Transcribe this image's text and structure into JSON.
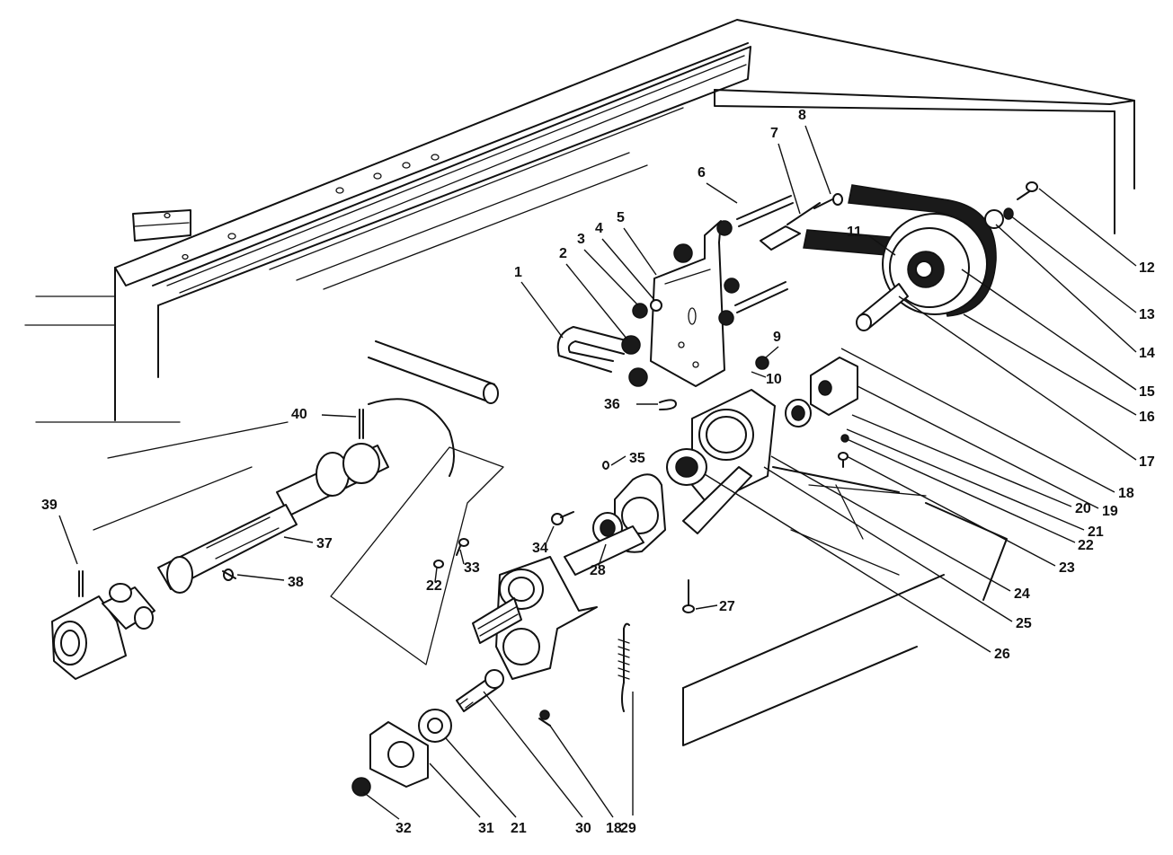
{
  "diagram": {
    "callouts": [
      {
        "number": "1",
        "part": "u-bolt"
      },
      {
        "number": "2",
        "part": "nut"
      },
      {
        "number": "3",
        "part": "nut"
      },
      {
        "number": "4",
        "part": "washer"
      },
      {
        "number": "5",
        "part": "idler-bracket"
      },
      {
        "number": "6",
        "part": "bolt"
      },
      {
        "number": "7",
        "part": "spring-anchor"
      },
      {
        "number": "8",
        "part": "bolt"
      },
      {
        "number": "9",
        "part": "nut"
      },
      {
        "number": "10",
        "part": "lockwasher"
      },
      {
        "number": "11",
        "part": "key"
      },
      {
        "number": "12",
        "part": "bolt"
      },
      {
        "number": "13",
        "part": "lockwasher"
      },
      {
        "number": "14",
        "part": "washer"
      },
      {
        "number": "15",
        "part": "pulley"
      },
      {
        "number": "16",
        "part": "belt"
      },
      {
        "number": "17",
        "part": "shaft"
      },
      {
        "number": "18",
        "part": "grease-fitting"
      },
      {
        "number": "19",
        "part": "bearing-block"
      },
      {
        "number": "20",
        "part": "bracket"
      },
      {
        "number": "21",
        "part": "bearing"
      },
      {
        "number": "22",
        "part": "lockwasher"
      },
      {
        "number": "23",
        "part": "screw"
      },
      {
        "number": "24",
        "part": "housing"
      },
      {
        "number": "25",
        "part": "bearing-flange"
      },
      {
        "number": "26",
        "part": "bearing"
      },
      {
        "number": "27",
        "part": "bolt"
      },
      {
        "number": "28",
        "part": "bearing"
      },
      {
        "number": "29",
        "part": "extension-spring"
      },
      {
        "number": "30",
        "part": "shoulder-bolt"
      },
      {
        "number": "31",
        "part": "plate"
      },
      {
        "number": "32",
        "part": "nut"
      },
      {
        "number": "33",
        "part": "screw"
      },
      {
        "number": "34",
        "part": "carriage-bolt"
      },
      {
        "number": "35",
        "part": "set-screw"
      },
      {
        "number": "36",
        "part": "hairpin-cotter"
      },
      {
        "number": "37",
        "part": "drive-shaft"
      },
      {
        "number": "38",
        "part": "grease-fitting"
      },
      {
        "number": "39",
        "part": "roll-pin"
      },
      {
        "number": "40",
        "part": "roll-pin"
      }
    ]
  }
}
